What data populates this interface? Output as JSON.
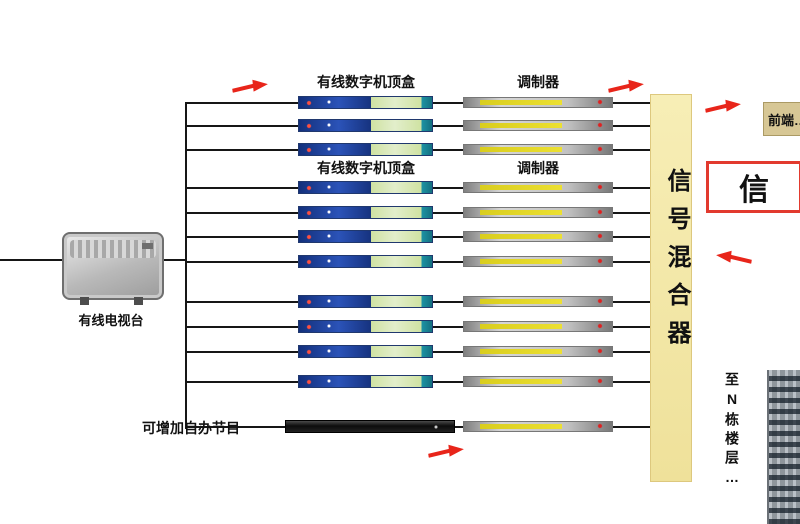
{
  "labels": {
    "stb1": "有线数字机顶盒",
    "mod1": "调制器",
    "stb2": "有线数字机顶盒",
    "mod2": "调制器",
    "mixer": "信号混合器",
    "station": "有线电视台",
    "selfrun": "可增加自办节目",
    "frontend": "前端…",
    "amp": "信",
    "building": "至N栋楼层…"
  },
  "colors": {
    "flow_arrow_red": "#e8251a",
    "mixer_yellow": "#f4e9ac",
    "stb_blue": "#1c3f9e",
    "stb_green": "#cfe2a2",
    "modulator_yellow": "#ddd020",
    "frontend_tan": "#d7c795",
    "amp_box_border": "#e23a2e"
  }
}
